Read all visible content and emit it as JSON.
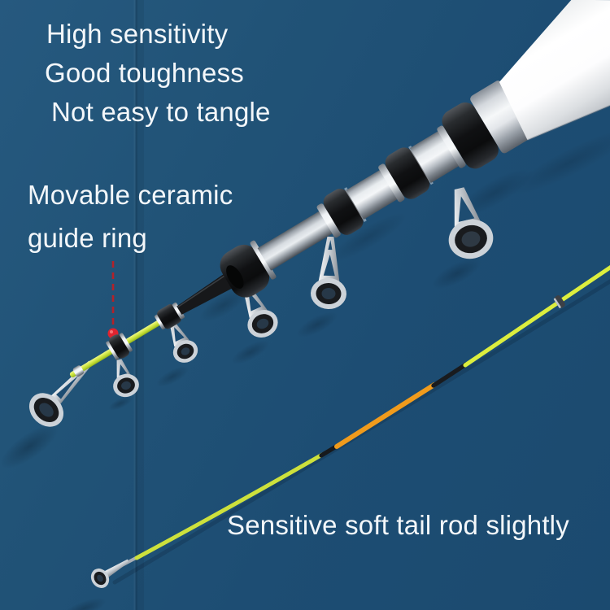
{
  "annotations": {
    "features": [
      "High sensitivity",
      "Good toughness",
      "Not easy to tangle"
    ],
    "guide_ring_label_line1": "Movable ceramic",
    "guide_ring_label_line2": "guide ring",
    "tail_label": "Sensitive soft tail rod slightly"
  },
  "colors": {
    "background_blue": "#1d4d73",
    "annotation_text": "#f3f7fa",
    "pointer_red": "#df2430",
    "tip_section_yellow": "#cfe23c",
    "tail_orange": "#f09b1c",
    "butt_section_white": "#ffffff",
    "metal_silver": "#c7ccd2",
    "joint_ring_black": "#141618"
  }
}
